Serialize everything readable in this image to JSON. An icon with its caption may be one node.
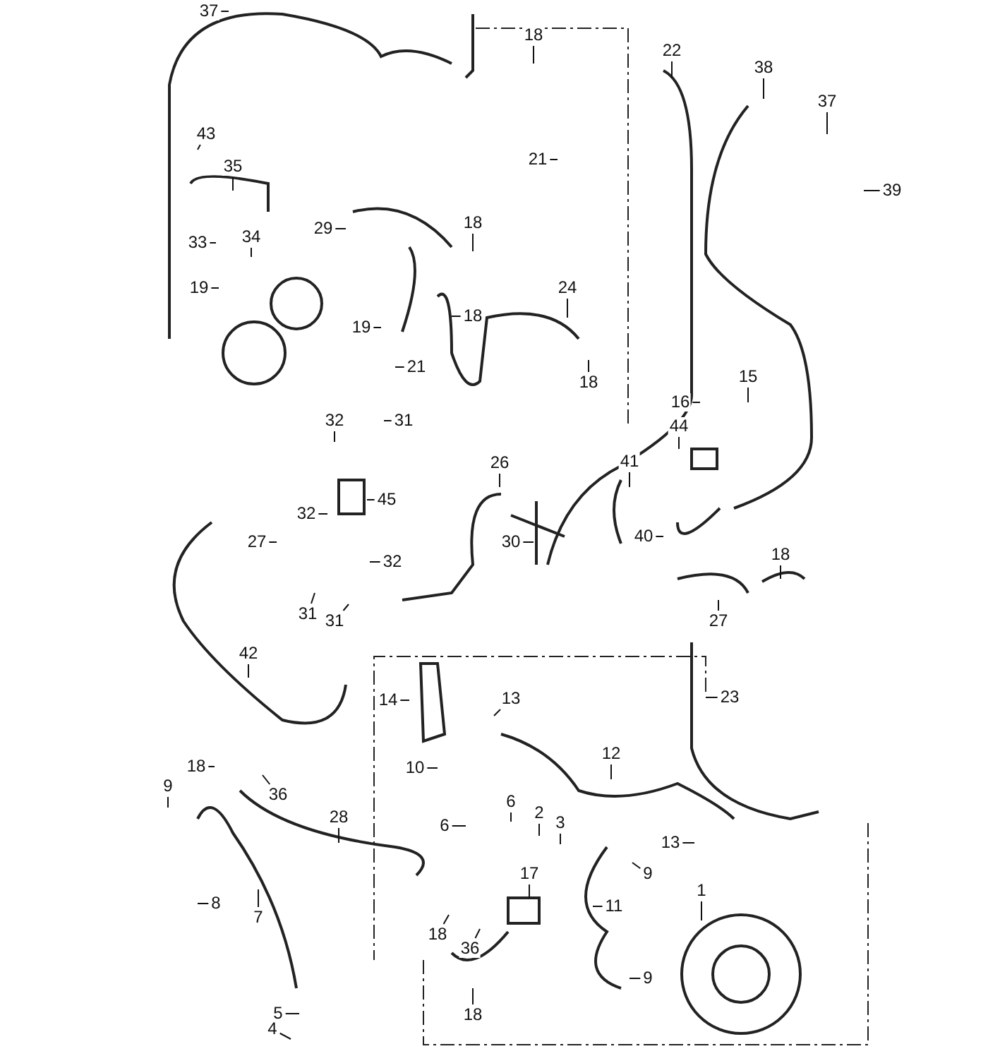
{
  "diagram": {
    "nodes": [
      {
        "text": [
          "37"
        ]
      },
      {
        "text": [
          "18"
        ]
      },
      {
        "text": [
          "22"
        ]
      },
      {
        "text": [
          "38"
        ]
      },
      {
        "text": [
          "37"
        ]
      },
      {
        "text": [
          "43"
        ]
      },
      {
        "text": [
          "35"
        ]
      },
      {
        "text": [
          "21"
        ]
      },
      {
        "text": [
          "39"
        ]
      },
      {
        "text": [
          "34"
        ]
      },
      {
        "text": [
          "33"
        ]
      },
      {
        "text": [
          "29"
        ]
      },
      {
        "text": [
          "18"
        ]
      },
      {
        "text": [
          "18"
        ]
      },
      {
        "text": [
          "24"
        ]
      },
      {
        "text": [
          "19"
        ]
      },
      {
        "text": [
          "19"
        ]
      },
      {
        "text": [
          "21"
        ]
      },
      {
        "text": [
          "18"
        ]
      },
      {
        "text": [
          "15"
        ]
      },
      {
        "text": [
          "16"
        ]
      },
      {
        "text": [
          "44"
        ]
      },
      {
        "text": [
          "32"
        ]
      },
      {
        "text": [
          "31"
        ]
      },
      {
        "text": [
          "26"
        ]
      },
      {
        "text": [
          "41"
        ]
      },
      {
        "text": [
          "45"
        ]
      },
      {
        "text": [
          "32"
        ]
      },
      {
        "text": [
          "27"
        ]
      },
      {
        "text": [
          "30"
        ]
      },
      {
        "text": [
          "40"
        ]
      },
      {
        "text": [
          "32"
        ]
      },
      {
        "text": [
          "18"
        ]
      },
      {
        "text": [
          "31"
        ]
      },
      {
        "text": [
          "31"
        ]
      },
      {
        "text": [
          "27"
        ]
      },
      {
        "text": [
          "42"
        ]
      },
      {
        "text": [
          "23"
        ]
      },
      {
        "text": [
          "14"
        ]
      },
      {
        "text": [
          "13"
        ]
      },
      {
        "text": [
          "12"
        ]
      },
      {
        "text": [
          "10"
        ]
      },
      {
        "text": [
          "18"
        ]
      },
      {
        "text": [
          "36"
        ]
      },
      {
        "text": [
          "9"
        ]
      },
      {
        "text": [
          "28"
        ]
      },
      {
        "text": [
          "6"
        ]
      },
      {
        "text": [
          "2"
        ]
      },
      {
        "text": [
          "3"
        ]
      },
      {
        "text": [
          "6"
        ]
      },
      {
        "text": [
          "13"
        ]
      },
      {
        "text": [
          "17"
        ]
      },
      {
        "text": [
          "9"
        ]
      },
      {
        "text": [
          "11"
        ]
      },
      {
        "text": [
          "1"
        ]
      },
      {
        "text": [
          "8"
        ]
      },
      {
        "text": [
          "7"
        ]
      },
      {
        "text": [
          "18"
        ]
      },
      {
        "text": [
          "36"
        ]
      },
      {
        "text": [
          "9"
        ]
      },
      {
        "text": [
          "5"
        ]
      },
      {
        "text": [
          "18"
        ]
      },
      {
        "text": [
          "4"
        ]
      }
    ],
    "edges": [
      {
        "from": 0,
        "to": null,
        "arrow": "none"
      },
      {
        "from": 1,
        "to": null,
        "arrow": "none"
      },
      {
        "from": 2,
        "to": null,
        "arrow": "none"
      },
      {
        "from": 3,
        "to": null,
        "arrow": "none"
      },
      {
        "from": 4,
        "to": null,
        "arrow": "none"
      },
      {
        "from": 5,
        "to": null,
        "arrow": "none"
      },
      {
        "from": 6,
        "to": null,
        "arrow": "none"
      },
      {
        "from": 7,
        "to": null,
        "arrow": "none"
      },
      {
        "from": 8,
        "to": null,
        "arrow": "none"
      },
      {
        "from": 9,
        "to": null,
        "arrow": "none"
      },
      {
        "from": 10,
        "to": null,
        "arrow": "none"
      },
      {
        "from": 11,
        "to": null,
        "arrow": "none"
      },
      {
        "from": 12,
        "to": null,
        "arrow": "none"
      },
      {
        "from": 13,
        "to": null,
        "arrow": "none"
      },
      {
        "from": 14,
        "to": null,
        "arrow": "none"
      },
      {
        "from": 15,
        "to": null,
        "arrow": "none"
      },
      {
        "from": 16,
        "to": null,
        "arrow": "none"
      },
      {
        "from": 17,
        "to": null,
        "arrow": "none"
      },
      {
        "from": 18,
        "to": null,
        "arrow": "none"
      },
      {
        "from": 19,
        "to": null,
        "arrow": "none"
      },
      {
        "from": 20,
        "to": null,
        "arrow": "none"
      },
      {
        "from": 21,
        "to": null,
        "arrow": "none"
      },
      {
        "from": 22,
        "to": null,
        "arrow": "none"
      },
      {
        "from": 23,
        "to": null,
        "arrow": "none"
      },
      {
        "from": 24,
        "to": null,
        "arrow": "none"
      },
      {
        "from": 25,
        "to": null,
        "arrow": "none"
      },
      {
        "from": 26,
        "to": null,
        "arrow": "none"
      },
      {
        "from": 27,
        "to": null,
        "arrow": "none"
      },
      {
        "from": 28,
        "to": null,
        "arrow": "none"
      },
      {
        "from": 29,
        "to": null,
        "arrow": "none"
      },
      {
        "from": 30,
        "to": null,
        "arrow": "none"
      },
      {
        "from": 31,
        "to": null,
        "arrow": "none"
      },
      {
        "from": 32,
        "to": null,
        "arrow": "none"
      },
      {
        "from": 33,
        "to": null,
        "arrow": "none"
      },
      {
        "from": 34,
        "to": null,
        "arrow": "none"
      },
      {
        "from": 35,
        "to": null,
        "arrow": "none"
      },
      {
        "from": 36,
        "to": null,
        "arrow": "none"
      },
      {
        "from": 37,
        "to": null,
        "arrow": "none"
      },
      {
        "from": 38,
        "to": null,
        "arrow": "none"
      },
      {
        "from": 39,
        "to": null,
        "arrow": "none"
      },
      {
        "from": 40,
        "to": null,
        "arrow": "none"
      },
      {
        "from": 41,
        "to": null,
        "arrow": "none"
      },
      {
        "from": 42,
        "to": null,
        "arrow": "none"
      },
      {
        "from": 43,
        "to": null,
        "arrow": "none"
      },
      {
        "from": 44,
        "to": null,
        "arrow": "none"
      },
      {
        "from": 45,
        "to": null,
        "arrow": "none"
      },
      {
        "from": 46,
        "to": null,
        "arrow": "none"
      },
      {
        "from": 47,
        "to": null,
        "arrow": "none"
      },
      {
        "from": 48,
        "to": null,
        "arrow": "none"
      },
      {
        "from": 49,
        "to": null,
        "arrow": "none"
      },
      {
        "from": 50,
        "to": null,
        "arrow": "none"
      },
      {
        "from": 51,
        "to": null,
        "arrow": "none"
      },
      {
        "from": 52,
        "to": null,
        "arrow": "none"
      },
      {
        "from": 53,
        "to": null,
        "arrow": "none"
      },
      {
        "from": 54,
        "to": null,
        "arrow": "none"
      },
      {
        "from": 55,
        "to": null,
        "arrow": "none"
      },
      {
        "from": 56,
        "to": null,
        "arrow": "none"
      },
      {
        "from": 57,
        "to": null,
        "arrow": "none"
      },
      {
        "from": 58,
        "to": null,
        "arrow": "none"
      },
      {
        "from": 59,
        "to": null,
        "arrow": "none"
      },
      {
        "from": 60,
        "to": null,
        "arrow": "none"
      },
      {
        "from": 61,
        "to": null,
        "arrow": "none"
      },
      {
        "from": 62,
        "to": null,
        "arrow": "none"
      }
    ]
  }
}
